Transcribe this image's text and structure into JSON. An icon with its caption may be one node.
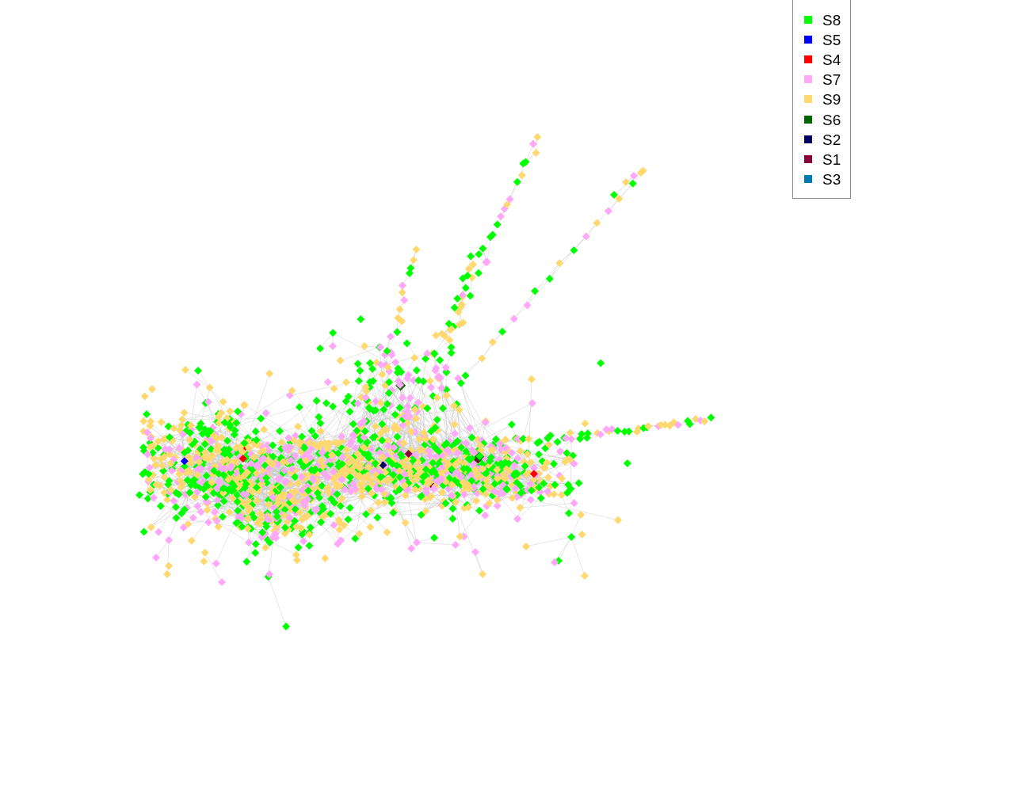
{
  "diagram": {
    "legend": [
      {
        "text": "S8",
        "color": "#00ff00"
      },
      {
        "text": "S5",
        "color": "#0000ff"
      },
      {
        "text": "S4",
        "color": "#ff0000"
      },
      {
        "text": "S7",
        "color": "#ffa8f8"
      },
      {
        "text": "S9",
        "color": "#ffd970"
      },
      {
        "text": "S6",
        "color": "#006400"
      },
      {
        "text": "S2",
        "color": "#000066"
      },
      {
        "text": "S1",
        "color": "#8b003a"
      },
      {
        "text": "S3",
        "color": "#007ab4"
      }
    ]
  }
}
